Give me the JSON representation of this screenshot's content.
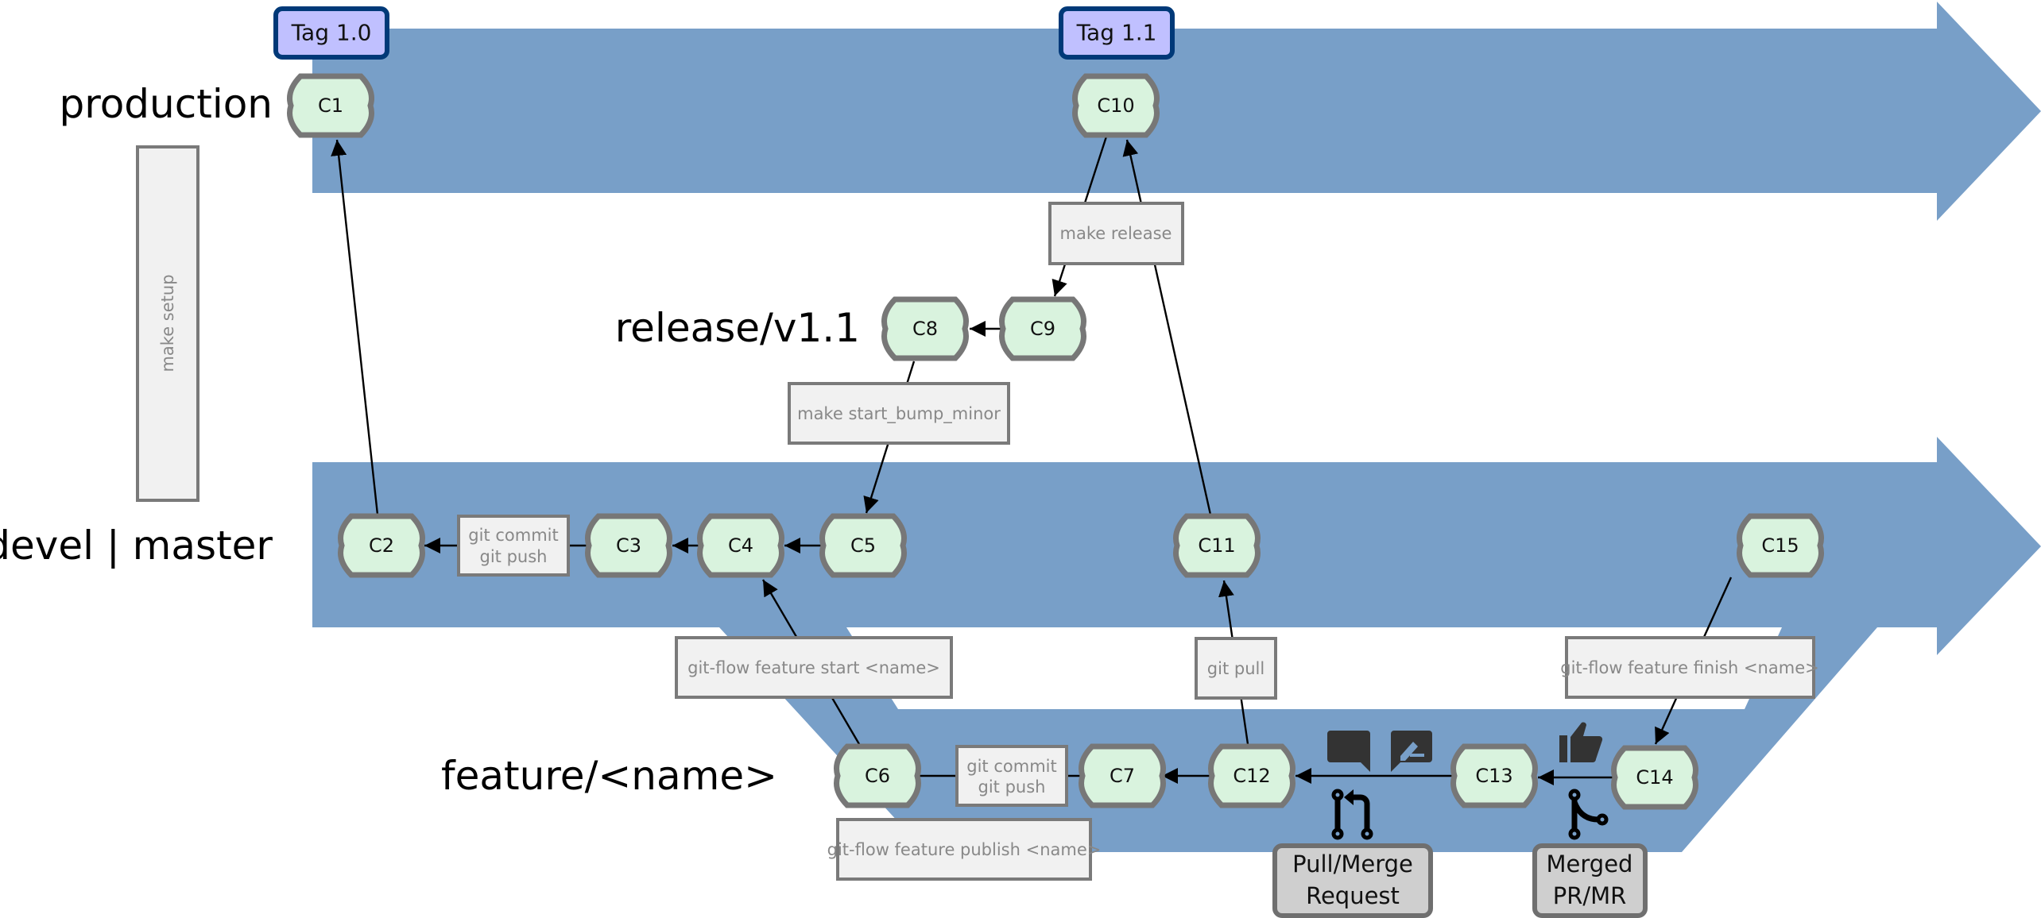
{
  "branches": {
    "production": "production",
    "release": "release/v1.1",
    "devel": "devel | master",
    "feature": "feature/<name>"
  },
  "tags": {
    "tag_1_0": "Tag 1.0",
    "tag_1_1": "Tag 1.1"
  },
  "commits": {
    "c1": "C1",
    "c2": "C2",
    "c3": "C3",
    "c4": "C4",
    "c5": "C5",
    "c6": "C6",
    "c7": "C7",
    "c8": "C8",
    "c9": "C9",
    "c10": "C10",
    "c11": "C11",
    "c12": "C12",
    "c13": "C13",
    "c14": "C14",
    "c15": "C15"
  },
  "commands": {
    "make_setup": "make setup",
    "make_release": "make release",
    "make_start_bump_minor": "make start_bump_minor",
    "git_commit_push_devel": [
      "git commit",
      "git push"
    ],
    "git_commit_push_feature": [
      "git commit",
      "git push"
    ],
    "feature_start": "git-flow feature start <name>",
    "feature_publish": "git-flow feature publish <name>",
    "feature_finish": "git-flow feature finish <name>",
    "git_pull": "git pull"
  },
  "labels": {
    "pull_merge_request": [
      "Pull/Merge",
      "Request"
    ],
    "merged_pr_mr": [
      "Merged",
      "PR/MR"
    ]
  },
  "icons": [
    "comment-icon",
    "edit-comment-icon",
    "thumbs-up-icon",
    "pull-request-icon",
    "merge-icon"
  ],
  "colors": {
    "band": "#789fc8",
    "commit_fill": "#d9f3de",
    "commit_border": "#777777",
    "tag_fill": "#c0c0ff",
    "tag_border": "#003978",
    "command_fill": "#f1f1f1",
    "command_text": "#888888",
    "label_fill": "#cfcfcf",
    "icon_dark": "#333333"
  }
}
